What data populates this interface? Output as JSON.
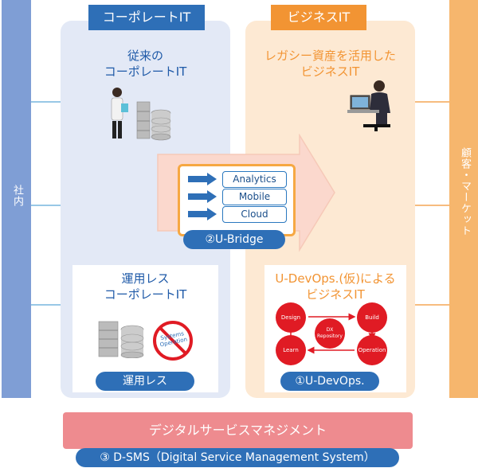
{
  "left_bar": {
    "label": "社内",
    "color": "#7f9ed5"
  },
  "right_bar": {
    "label": "顧客・マーケット",
    "color": "#f6b66d"
  },
  "corporate": {
    "header": "コーポレートIT",
    "title_line1": "従来の",
    "title_line2": "コーポレートIT",
    "ops_less_title_line1": "運用レス",
    "ops_less_title_line2": "コーポレートIT",
    "ops_less_badge": "運用レス",
    "no_ops_line1": "Systems",
    "no_ops_line2": "Operation"
  },
  "business": {
    "header": "ビジネスIT",
    "title_line1": "レガシー資産を活用した",
    "title_line2": "ビジネスIT",
    "devops_title_line1": "U-DevOps.(仮)による",
    "devops_title_line2": "ビジネスIT",
    "devops_badge": "①U-DevOps.",
    "cycle": {
      "design": "Design",
      "build": "Build",
      "learn": "Learn",
      "operation": "Operation",
      "center_line1": "DX",
      "center_line2": "Repository"
    }
  },
  "bridge": {
    "badge": "②U-Bridge",
    "items": [
      "Analytics",
      "Mobile",
      "Cloud"
    ]
  },
  "bottom": {
    "banner": "デジタルサービスマネジメント",
    "dsms": "③ D-SMS（Digital Service Management System）"
  },
  "colors": {
    "blue_accent": "#2e6fb7",
    "orange_accent": "#f29433",
    "blue_panel": "#e3e9f6",
    "orange_panel": "#fde9d3",
    "banner": "#ee8b8f"
  }
}
